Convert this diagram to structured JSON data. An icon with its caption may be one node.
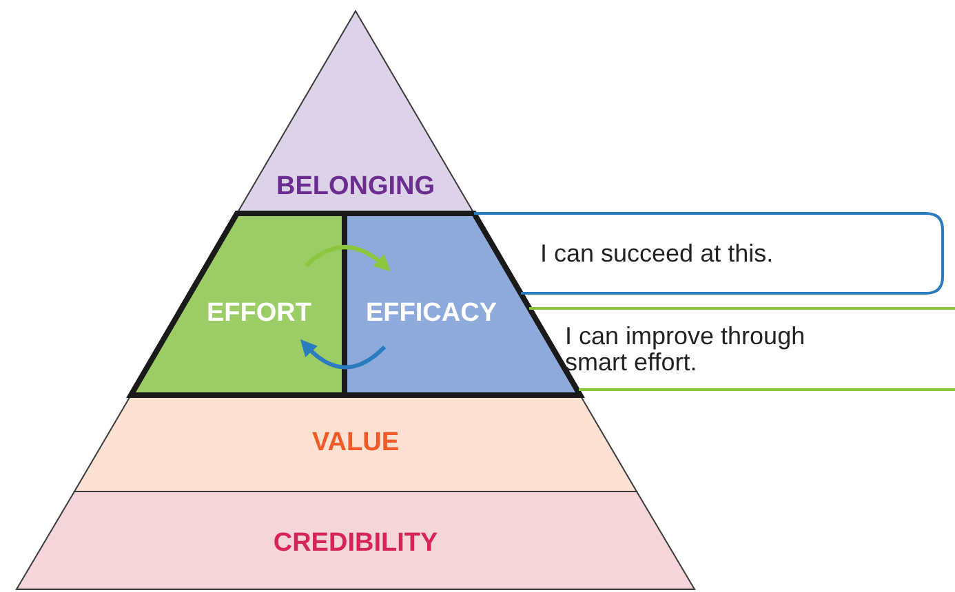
{
  "diagram": {
    "nodes": [
      {
        "text": [
          "BELONGING"
        ]
      },
      {
        "text": [
          "EFFORT"
        ]
      },
      {
        "text": [
          "EFFICACY"
        ]
      },
      {
        "text": [
          "VALUE"
        ]
      },
      {
        "text": [
          "CREDIBILITY"
        ]
      },
      {
        "text": [
          "I can succeed at this."
        ]
      },
      {
        "text": [
          "I can improve through smart effort."
        ]
      }
    ],
    "edges": [
      {
        "from": 1,
        "to": 2,
        "arrow": "to",
        "color": "#8cc63f"
      },
      {
        "from": 2,
        "to": 1,
        "arrow": "to",
        "color": "#2b7bbf"
      }
    ]
  }
}
